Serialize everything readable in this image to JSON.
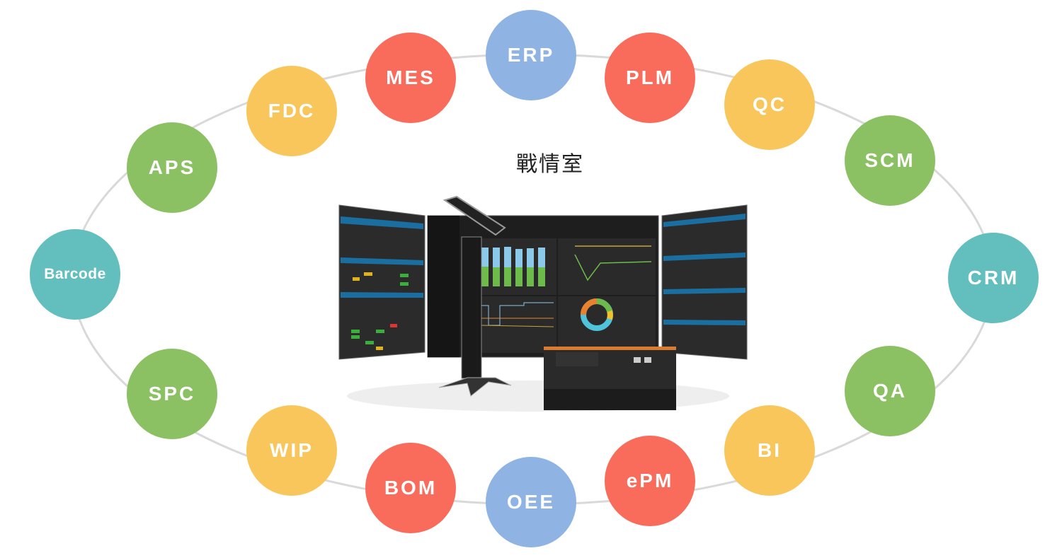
{
  "title": "戰情室",
  "nodes": [
    {
      "label": "ERP",
      "color": "blue"
    },
    {
      "label": "MES",
      "color": "red"
    },
    {
      "label": "PLM",
      "color": "red"
    },
    {
      "label": "FDC",
      "color": "yellow"
    },
    {
      "label": "QC",
      "color": "yellow"
    },
    {
      "label": "APS",
      "color": "green"
    },
    {
      "label": "SCM",
      "color": "green"
    },
    {
      "label": "Barcode",
      "color": "teal"
    },
    {
      "label": "CRM",
      "color": "teal"
    },
    {
      "label": "SPC",
      "color": "green"
    },
    {
      "label": "QA",
      "color": "green"
    },
    {
      "label": "WIP",
      "color": "yellow"
    },
    {
      "label": "BI",
      "color": "yellow"
    },
    {
      "label": "BOM",
      "color": "red"
    },
    {
      "label": "ePM",
      "color": "red"
    },
    {
      "label": "OEE",
      "color": "blue"
    }
  ],
  "colors": {
    "red": "#f96b5b",
    "blue": "#8fb3e3",
    "yellow": "#f9c65c",
    "green": "#8bc162",
    "teal": "#62bfbd",
    "ring": "#d9d9d9"
  }
}
